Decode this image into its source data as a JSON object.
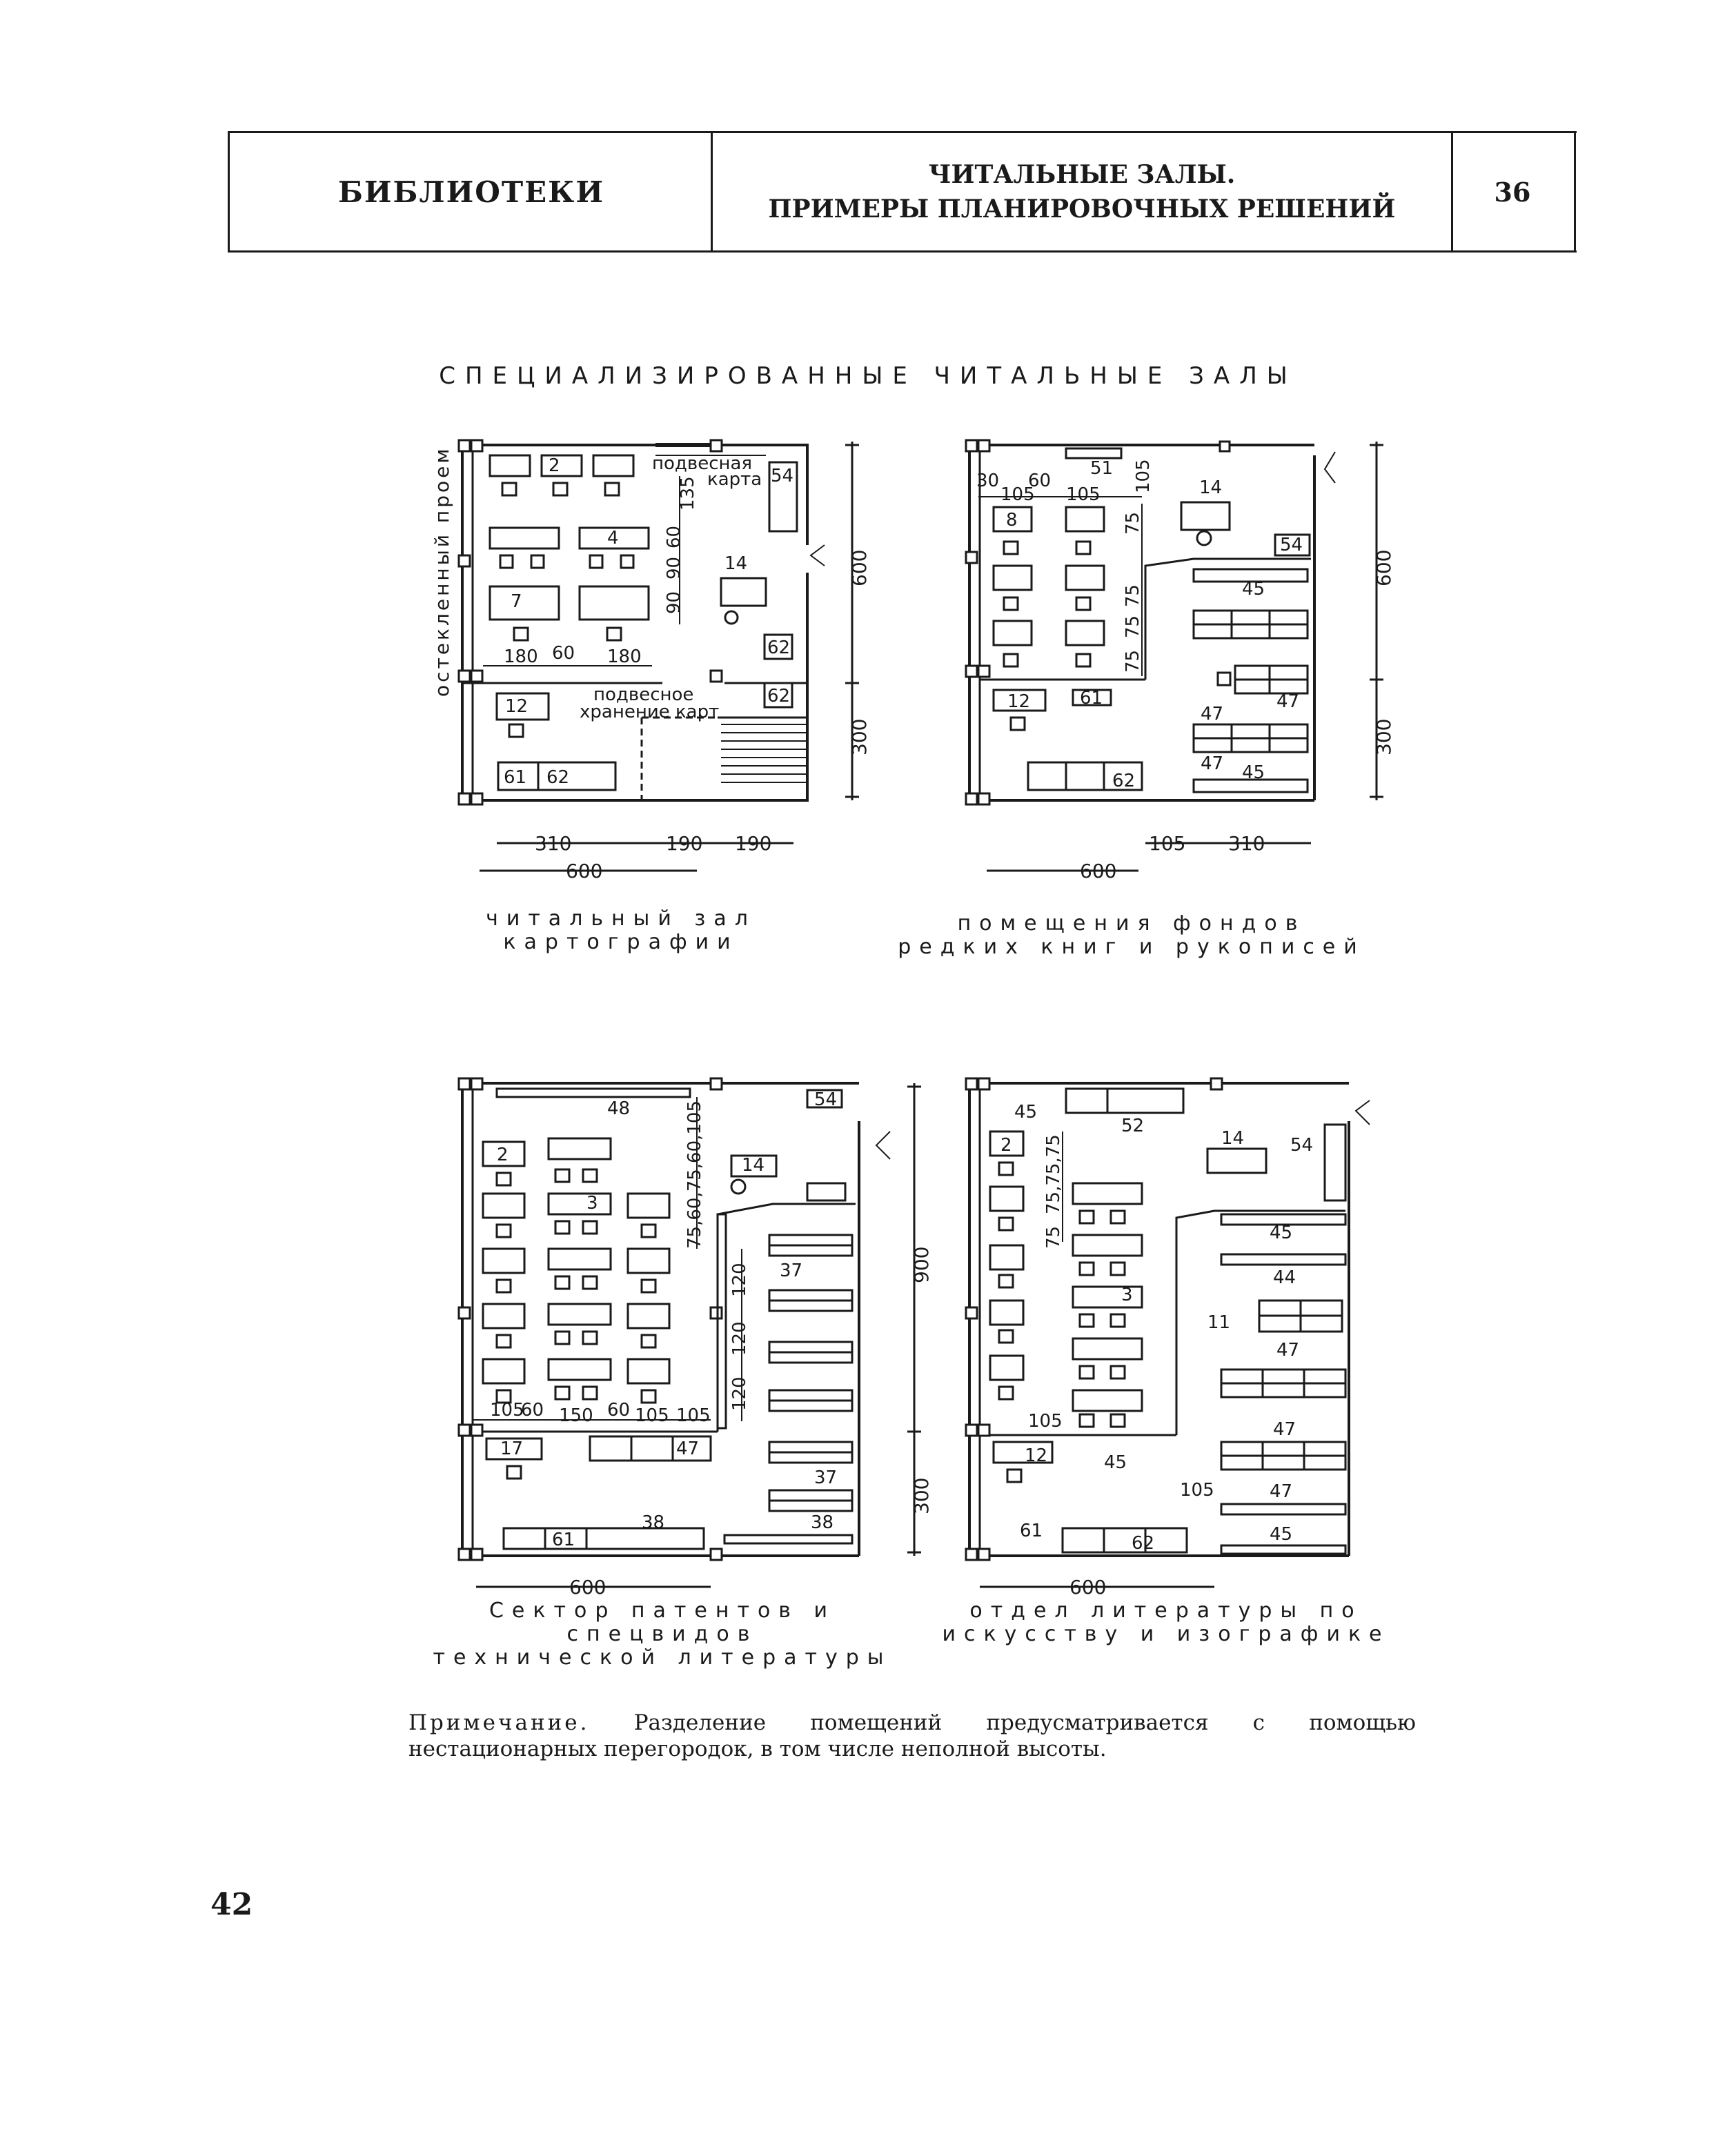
{
  "header": {
    "section": "БИБЛИОТЕКИ",
    "title_line1": "ЧИТАЛЬНЫЕ ЗАЛЫ.",
    "title_line2": "ПРИМЕРЫ ПЛАНИРОВОЧНЫХ РЕШЕНИЙ",
    "number": "36"
  },
  "section_title": "СПЕЦИАЛИЗИРОВАННЫЕ ЧИТАЛЬНЫЕ ЗАЛЫ",
  "plans": {
    "cartography": {
      "caption_line1": "читальный зал",
      "caption_line2": "картографии",
      "side_label": "остекленный проем",
      "label_hanging_map_1": "подвесная",
      "label_hanging_map_2": "карта",
      "label_map_storage_1": "подвесное",
      "label_map_storage_2": "хранение карт",
      "dim_600_v": "600",
      "dim_300_v": "300",
      "dim_310": "310",
      "dim_190a": "190",
      "dim_190b": "190",
      "dim_600_h": "600",
      "dim_180": "180",
      "dim_60": "60",
      "dim_180b": "180",
      "dim_135": "135",
      "dim_60b": "60",
      "dim_90a": "90",
      "dim_90b": "90",
      "n2": "2",
      "n4": "4",
      "n7": "7",
      "n14": "14",
      "n54": "54",
      "n62a": "62",
      "n62b": "62",
      "n12": "12",
      "n61": "61",
      "n62c": "62"
    },
    "rare_books": {
      "caption_line1": "помещения фондов",
      "caption_line2": "редких книг и рукописей",
      "dim_600_v": "600",
      "dim_300_v": "300",
      "dim_105": "105",
      "dim_310": "310",
      "dim_600_h": "600",
      "d30": "30",
      "d105a": "105",
      "d60": "60",
      "d105b": "105",
      "d51": "51",
      "d105c": "105",
      "d75a": "75",
      "d75b": "75",
      "d75c": "75",
      "d75d": "75",
      "n8": "8",
      "n14": "14",
      "n54": "54",
      "n45a": "45",
      "n12": "12",
      "n61": "61",
      "n47a": "47",
      "n47b": "47",
      "n47c": "47",
      "n45b": "45",
      "n62": "62"
    },
    "patents": {
      "caption_line1": "Сектор патентов и спецвидов",
      "caption_line2": "технической литературы",
      "dim_900_v": "900",
      "dim_300_v": "300",
      "dim_600_h": "600",
      "d_vert": "75,60,75,60,105",
      "d120a": "120",
      "d120b": "120",
      "d120c": "120",
      "d105": "105",
      "d60": "60",
      "d150": "150",
      "d60b": "60",
      "d105b": "105",
      "d105c": "105",
      "n48": "48",
      "n54": "54",
      "n2": "2",
      "n3": "3",
      "n14": "14",
      "n37a": "37",
      "n17": "17",
      "n47": "47",
      "n37b": "37",
      "n61": "61",
      "n38a": "38",
      "n38b": "38"
    },
    "arts": {
      "caption_line1": "отдел литературы по",
      "caption_line2": "искусству и изографике",
      "dim_600_h": "600",
      "d_vert": "75,75,75",
      "d75": "75",
      "d105a": "105",
      "d105b": "105",
      "n45a": "45",
      "n52": "52",
      "n14": "14",
      "n54": "54",
      "n2": "2",
      "n3": "3",
      "n45b": "45",
      "n44": "44",
      "n11": "11",
      "n47a": "47",
      "n47b": "47",
      "n12": "12",
      "n45c": "45",
      "n47c": "47",
      "n61": "61",
      "n62": "62",
      "n45d": "45"
    }
  },
  "note": {
    "lead": "Примечание.",
    "text": "Разделение помещений предусматривается с помощью нестационарных перегородок, в том числе неполной высоты."
  },
  "page_number": "42"
}
